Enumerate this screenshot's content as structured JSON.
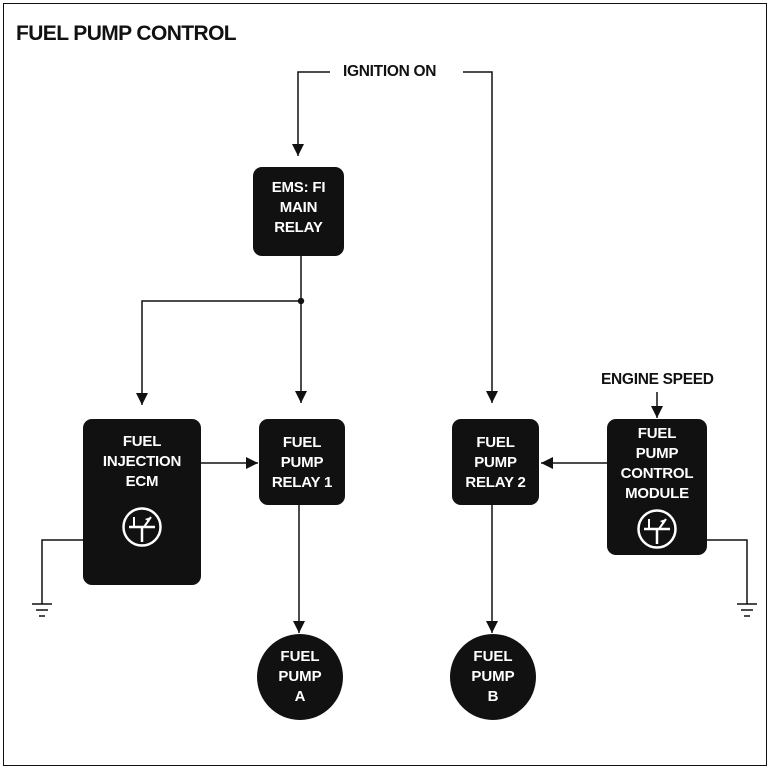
{
  "title": "FUEL PUMP CONTROL",
  "inputs": {
    "ignition": "IGNITION ON",
    "engine_speed": "ENGINE SPEED"
  },
  "blocks": {
    "main_relay": "EMS: FI\nMAIN\nRELAY",
    "ecm": "FUEL\nINJECTION\nECM",
    "relay1": "FUEL\nPUMP\nRELAY 1",
    "relay2": "FUEL\nPUMP\nRELAY 2",
    "control_module": "FUEL\nPUMP\nCONTROL\nMODULE",
    "pump_a": "FUEL\nPUMP\nA",
    "pump_b": "FUEL\nPUMP\nB"
  },
  "colors": {
    "ink": "#111111",
    "paper": "#ffffff"
  },
  "icons": {
    "transistor": "transistor-icon",
    "ground": "ground-icon"
  }
}
